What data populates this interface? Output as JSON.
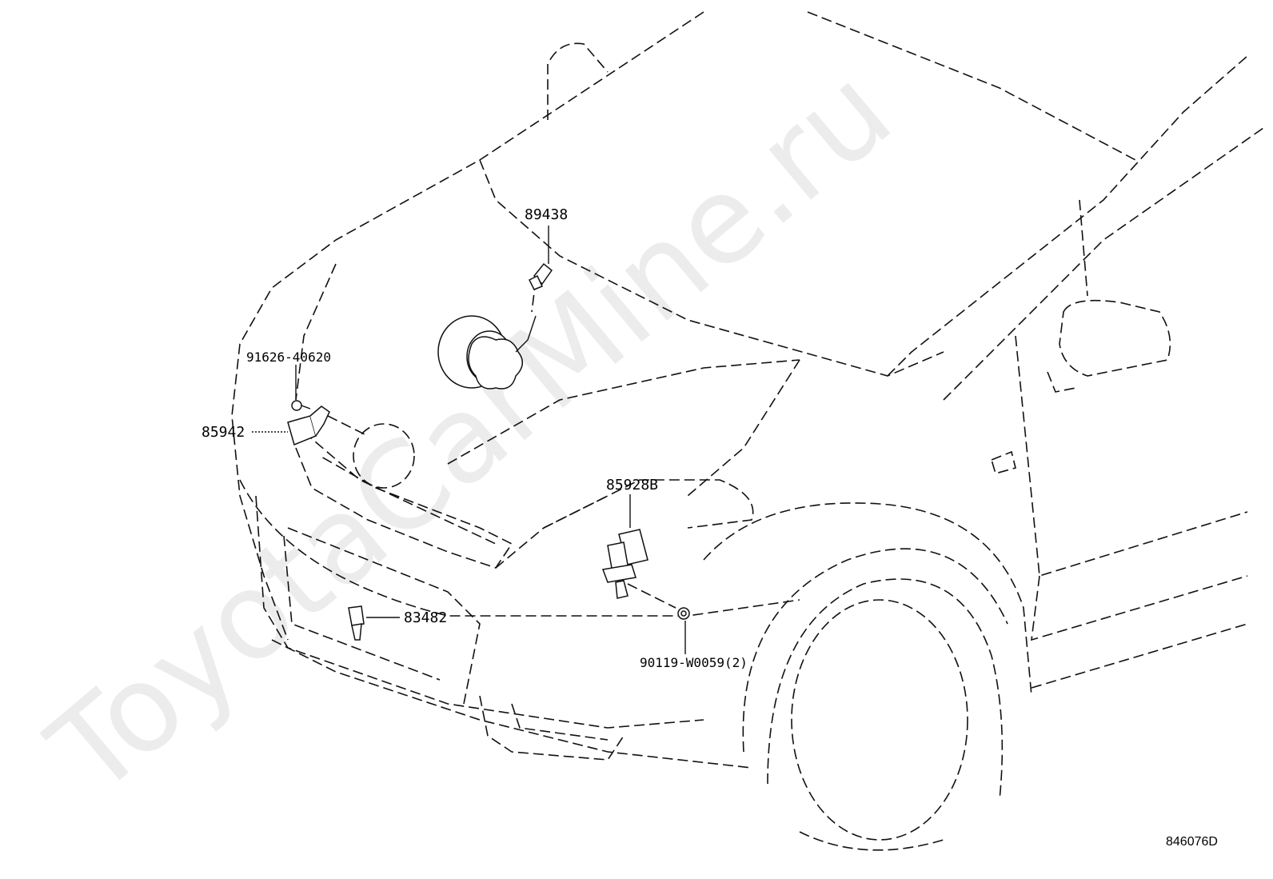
{
  "watermark": {
    "text": "ToyotaCarMine.ru"
  },
  "callouts": {
    "sensor_89438": "89438",
    "bolt_91626": "91626-40620",
    "bracket_85942": "85942",
    "bracket_85928B": "85928B",
    "sensor_83482": "83482",
    "screw_90119": "90119-W0059(2)"
  },
  "diagram_id": "846076D"
}
